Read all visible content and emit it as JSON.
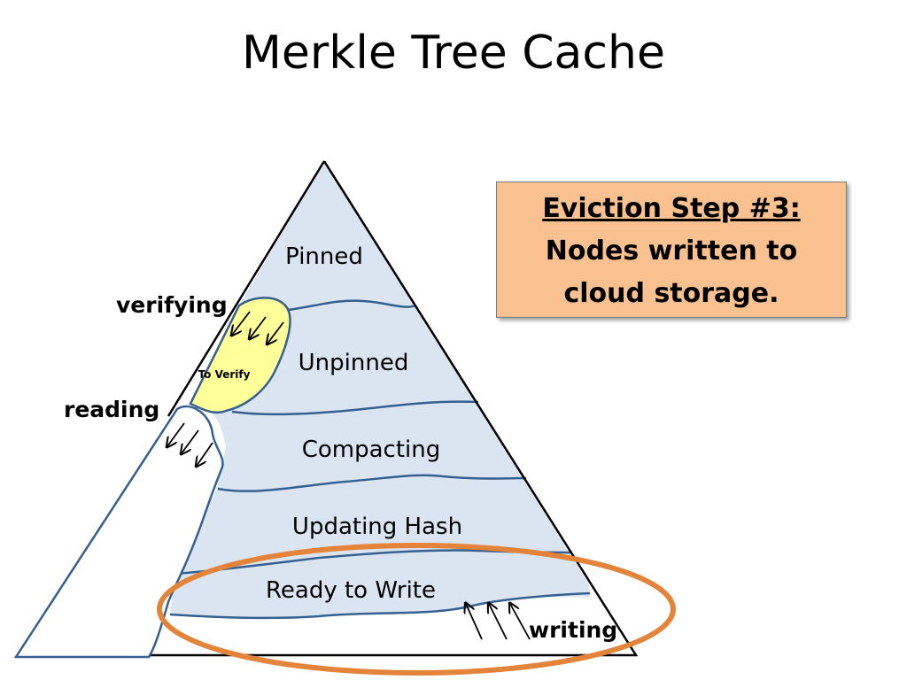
{
  "title": "Merkle Tree Cache",
  "callout": {
    "heading": "Eviction Step #3:",
    "line1": "Nodes written to",
    "line2": "cloud storage."
  },
  "layers": {
    "pinned": "Pinned",
    "unpinned": "Unpinned",
    "compacting": "Compacting",
    "updating_hash": "Updating Hash",
    "ready_to_write": "Ready to Write"
  },
  "regions": {
    "to_verify": "To Verify"
  },
  "side_labels": {
    "verifying": "verifying",
    "reading": "reading",
    "writing": "writing"
  },
  "colors": {
    "layer_fill": "#dbe5f1",
    "boundary_stroke": "#35608f",
    "to_verify_fill": "#ffff99",
    "callout_fill": "#f9c090",
    "highlight_ellipse": "#e4833a"
  }
}
